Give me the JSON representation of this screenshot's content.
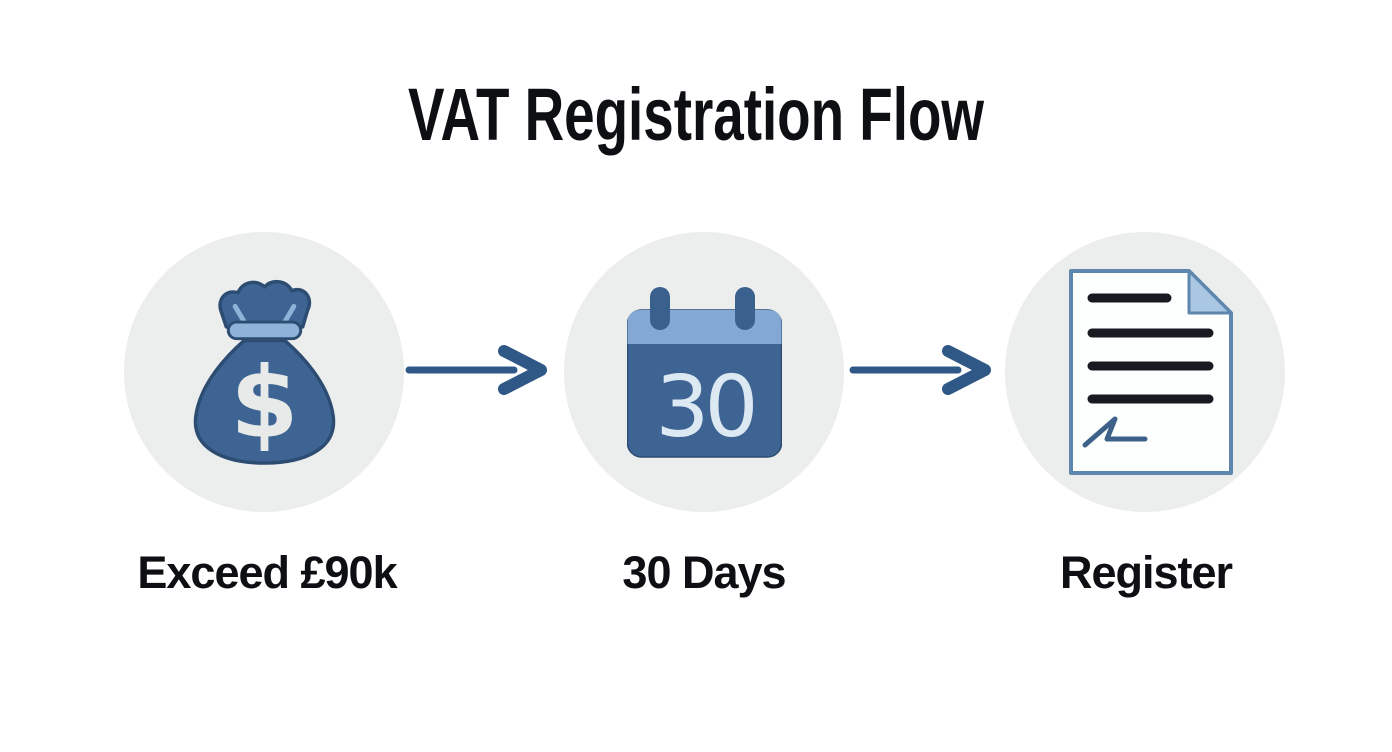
{
  "page": {
    "title": "VAT Registration Flow",
    "background": "#FFFFFF"
  },
  "palette": {
    "text": "#0D0F13",
    "circle_bg": "#ECEDED",
    "blue_dark": "#3D6493",
    "blue_outline": "#2C4C72",
    "blue_header": "#82A8D3",
    "blue_band": "#8FB3D8",
    "blue_fold": "#A9C7E2",
    "arrow": "#2F5886",
    "doc_border": "#5E87AE",
    "doc_line": "#171A20",
    "signature": "#3D6189",
    "icon_glyph": "#E7EAE8",
    "calendar_digits": "#DCE8F2"
  },
  "steps": [
    {
      "label": "Exceed £90k",
      "icon": "money-bag-icon",
      "badge": "$"
    },
    {
      "label": "30 Days",
      "icon": "calendar-icon",
      "badge": "30"
    },
    {
      "label": "Register",
      "icon": "document-signature-icon",
      "badge": ""
    }
  ],
  "connectors": [
    {
      "type": "arrow-right"
    },
    {
      "type": "arrow-right"
    }
  ]
}
